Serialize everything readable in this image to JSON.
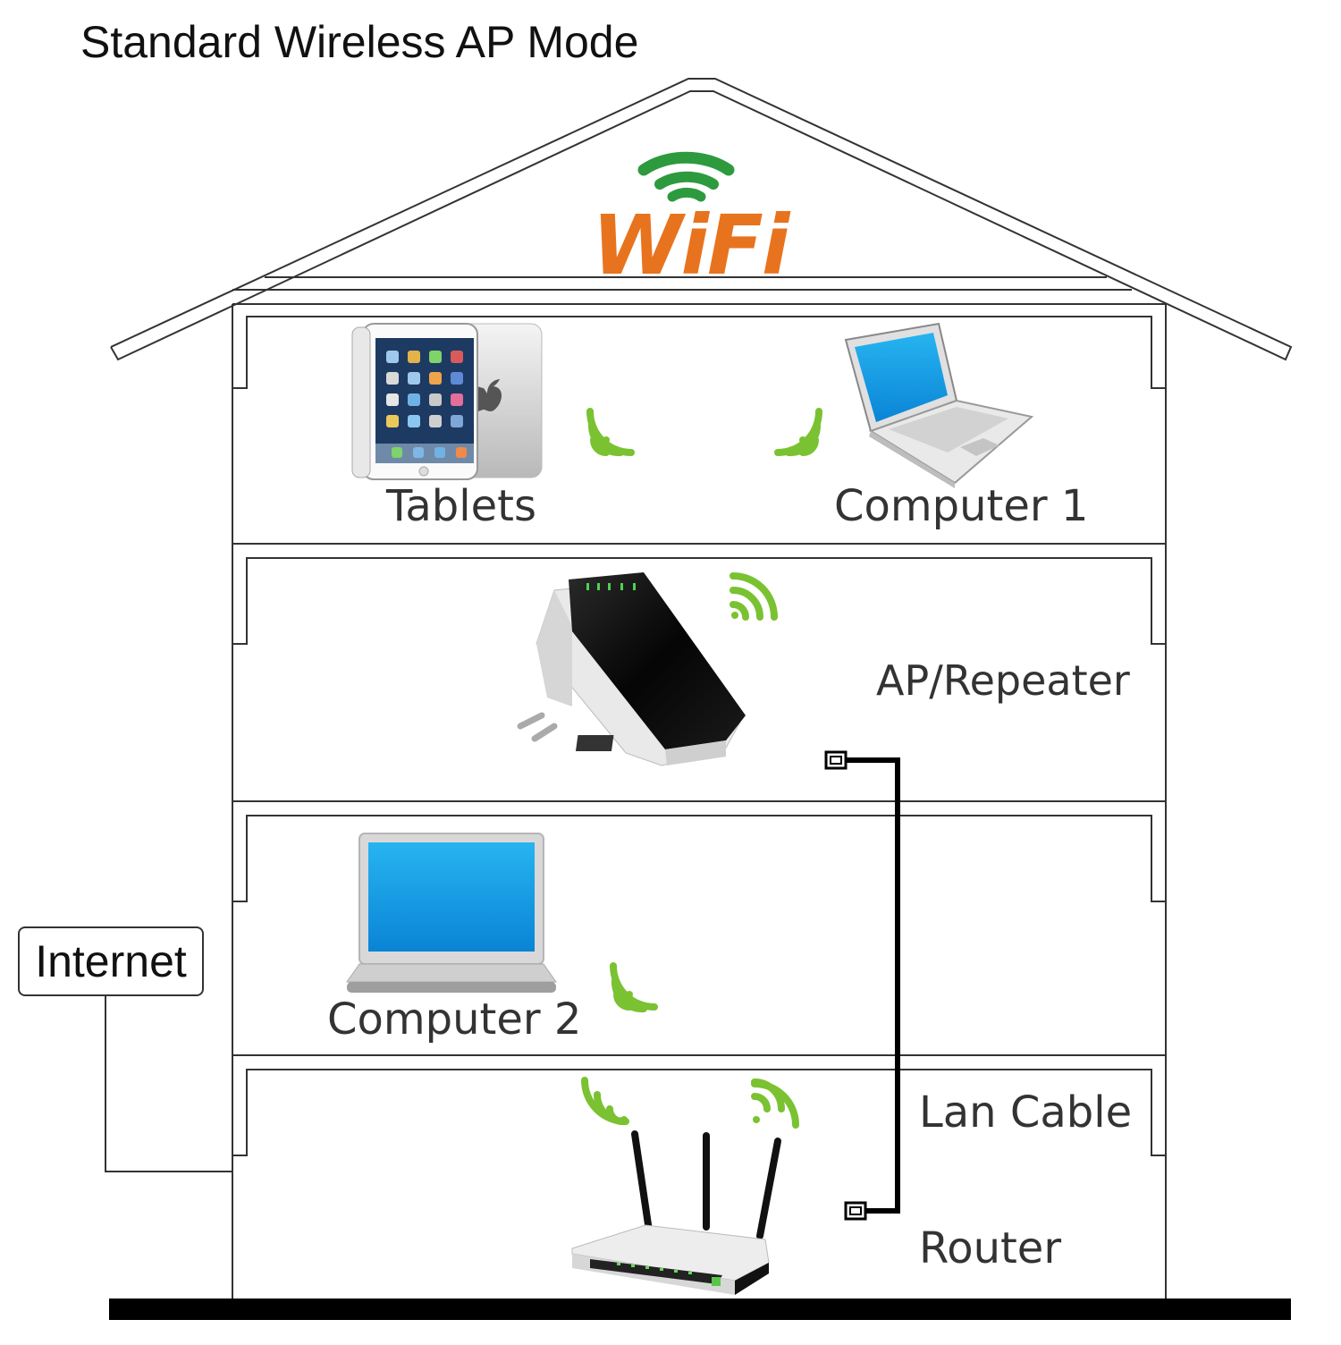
{
  "title": "Standard Wireless AP Mode",
  "logo_text": "WiFi",
  "devices": {
    "tablets": "Tablets",
    "computer1": "Computer 1",
    "repeater": "AP/Repeater",
    "computer2": "Computer 2",
    "router": "Router"
  },
  "connections": {
    "lan_cable": "Lan Cable",
    "internet": "Internet"
  },
  "colors": {
    "signal_green": "#7ac231",
    "wifi_green": "#2e9a3e",
    "wifi_orange": "#e8731e",
    "screen_blue": "#1aa3e6",
    "line": "#333333"
  }
}
